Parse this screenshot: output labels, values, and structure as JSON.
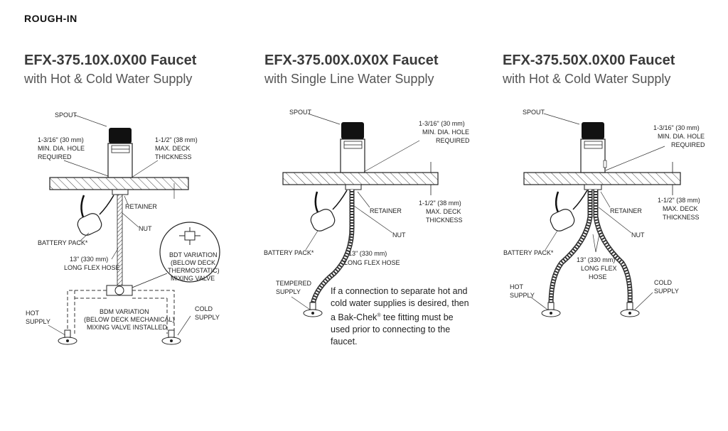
{
  "header": {
    "section": "ROUGH-IN"
  },
  "panels": [
    {
      "title": "EFX-375.10X.0X00 Faucet",
      "subtitle": "with Hot & Cold Water Supply",
      "labels": {
        "spout": "SPOUT",
        "hole": [
          "1-3/16\" (30 mm)",
          "MIN. DIA. HOLE",
          "REQUIRED"
        ],
        "deck": [
          "1-1/2\" (38 mm)",
          "MAX. DECK",
          "THICKNESS"
        ],
        "retainer": "RETAINER",
        "nut": "NUT",
        "battery": "BATTERY PACK*",
        "hose": [
          "13\" (330 mm)",
          "LONG FLEX HOSE"
        ],
        "bdt": [
          "BDT VARIATION",
          "(BELOW DECK",
          "THERMOSTATIC)",
          "MIXING VALVE"
        ],
        "bdm": [
          "BDM VARIATION",
          "(BELOW DECK MECHANICAL)",
          "MIXING VALVE INSTALLED"
        ],
        "hot": [
          "HOT",
          "SUPPLY"
        ],
        "cold": [
          "COLD",
          "SUPPLY"
        ]
      }
    },
    {
      "title": "EFX-375.00X.0X0X Faucet",
      "subtitle": "with Single Line Water Supply",
      "labels": {
        "spout": "SPOUT",
        "hole": [
          "1-3/16\" (30 mm)",
          "MIN. DIA. HOLE",
          "REQUIRED"
        ],
        "deck": [
          "1-1/2\" (38 mm)",
          "MAX. DECK",
          "THICKNESS"
        ],
        "retainer": "RETAINER",
        "nut": "NUT",
        "battery": "BATTERY PACK*",
        "hose": [
          "13\" (330 mm)",
          "LONG FLEX HOSE"
        ],
        "tempered": [
          "TEMPERED",
          "SUPPLY"
        ]
      },
      "note": {
        "before": "If a connection to separate hot and cold water supplies is desired, then a Bak-Chek",
        "mark": "®",
        "after": " tee fitting must be used prior to connecting to the faucet."
      }
    },
    {
      "title": "EFX-375.50X.0X00 Faucet",
      "subtitle": "with Hot & Cold Water Supply",
      "labels": {
        "spout": "SPOUT",
        "hole": [
          "1-3/16\" (30 mm)",
          "MIN. DIA. HOLE",
          "REQUIRED"
        ],
        "deck": [
          "1-1/2\" (38 mm)",
          "MAX. DECK",
          "THICKNESS"
        ],
        "retainer": "RETAINER",
        "nut": "NUT",
        "battery": "BATTERY PACK*",
        "hose": [
          "13\" (330 mm)",
          "LONG FLEX",
          "HOSE"
        ],
        "hot": [
          "HOT",
          "SUPPLY"
        ],
        "cold": [
          "COLD",
          "SUPPLY"
        ]
      }
    }
  ]
}
